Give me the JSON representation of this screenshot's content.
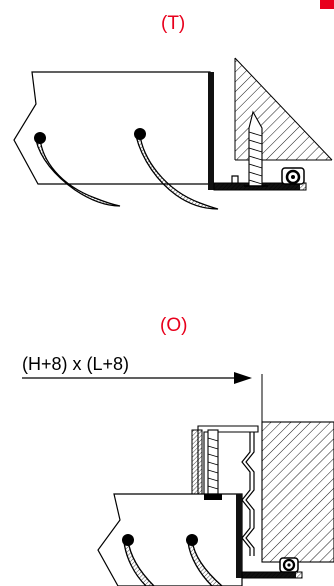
{
  "labels": {
    "top_variant": "(T)",
    "bottom_variant": "(O)",
    "dimension": "(H+8) x (L+8)"
  },
  "colors": {
    "accent": "#e8001c",
    "line": "#000000"
  }
}
